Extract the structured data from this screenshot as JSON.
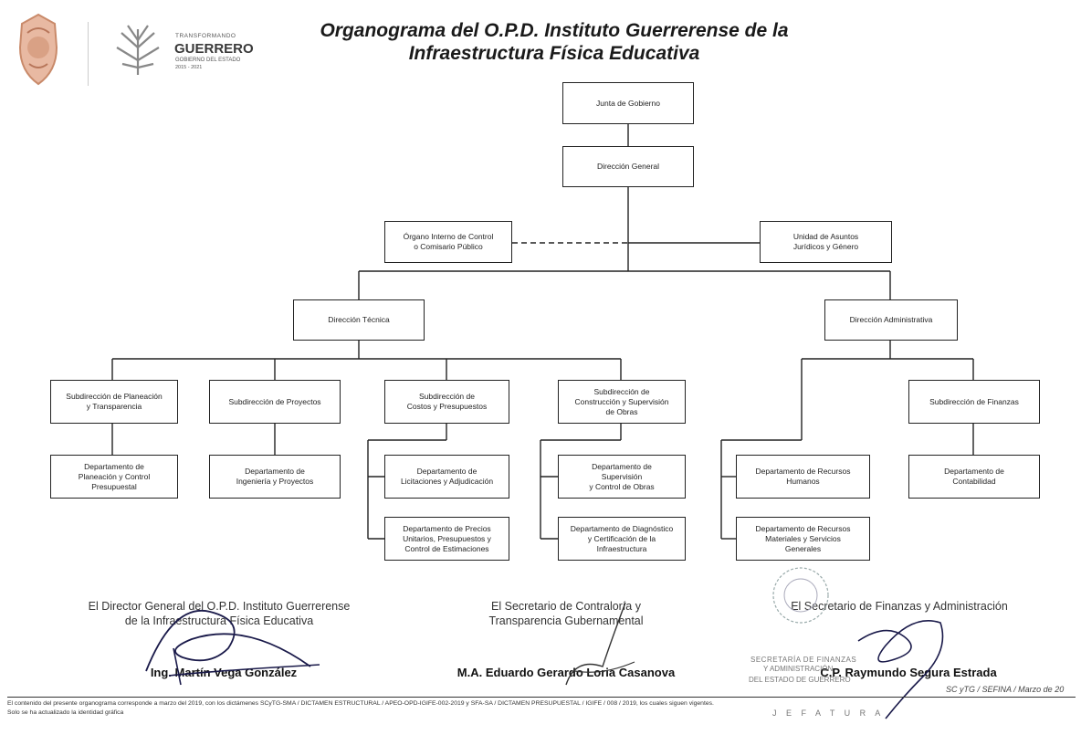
{
  "header": {
    "brand_small": "TRANSFORMANDO",
    "brand_big": "GUERRERO",
    "brand_sub": "GOBIERNO DEL ESTADO",
    "brand_years": "2015 - 2021",
    "title_line1": "Organograma del O.P.D. Instituto Guerrerense de la",
    "title_line2": "Infraestructura Física Educativa"
  },
  "org": {
    "junta": "Junta de Gobierno",
    "direccion_general": "Dirección General",
    "organo_interno": "Órgano Interno de Control\no Comisario Público",
    "unidad_juridica": "Unidad de Asuntos\nJurídicos y Género",
    "direccion_tecnica": "Dirección Técnica",
    "direccion_administrativa": "Dirección Administrativa",
    "sub_planeacion": "Subdirección de Planeación\ny Transparencia",
    "sub_proyectos": "Subdirección de Proyectos",
    "sub_costos": "Subdirección de\nCostos y Presupuestos",
    "sub_construccion": "Subdirección de\nConstrucción y Supervisión\nde Obras",
    "sub_finanzas": "Subdirección de Finanzas",
    "dep_planeacion": "Departamento de\nPlaneación y Control\nPresupuestal",
    "dep_ingenieria": "Departamento de\nIngeniería y Proyectos",
    "dep_licitaciones": "Departamento de\nLicitaciones y Adjudicación",
    "dep_precios": "Departamento de Precios\nUnitarios, Presupuestos y\nControl de Estimaciones",
    "dep_supervision": "Departamento de\nSupervisión\ny Control de Obras",
    "dep_diagnostico": "Departamento de Diagnóstico\ny Certificación de la\nInfraestructura",
    "dep_rrhh": "Departamento de Recursos\nHumanos",
    "dep_materiales": "Departamento de Recursos\nMateriales y Servicios\nGenerales",
    "dep_contabilidad": "Departamento de\nContabilidad"
  },
  "signatures": {
    "s1_title": "El Director General del O.P.D. Instituto Guerrerense\nde la Infraestructura Física Educativa",
    "s1_name": "Ing. Martín Vega González",
    "s2_title": "El Secretario de Contraloría y\nTransparencia Gubernamental",
    "s2_name": "M.A. Eduardo Gerardo Loria Casanova",
    "s3_title": "El Secretario de Finanzas y Administración",
    "s3_name": "C.P. Raymundo Segura Estrada"
  },
  "stamp": {
    "line1": "SECRETARÍA DE FINANZAS",
    "line2": "Y ADMINISTRACIÓN",
    "line3": "DEL ESTADO DE GUERRERO",
    "line4": "J E F A T U R A"
  },
  "footer": {
    "ref": "SC yTG / SEFINA / Marzo de 20",
    "note1": "El contenido del presente organograma corresponde a marzo del 2019, con los dictámenes SCyTG-SMA / DICTAMEN ESTRUCTURAL / APEO-OPD-IGIFE-002-2019 y SFA-SA / DICTAMEN PRESUPUESTAL / IGIFE / 008 / 2019, los cuales siguen vigentes.",
    "note2": "Solo se ha actualizado la identidad gráfica"
  },
  "colors": {
    "line": "#222222",
    "brand_green": "#3a3a3a",
    "seal": "#c98a6a"
  }
}
